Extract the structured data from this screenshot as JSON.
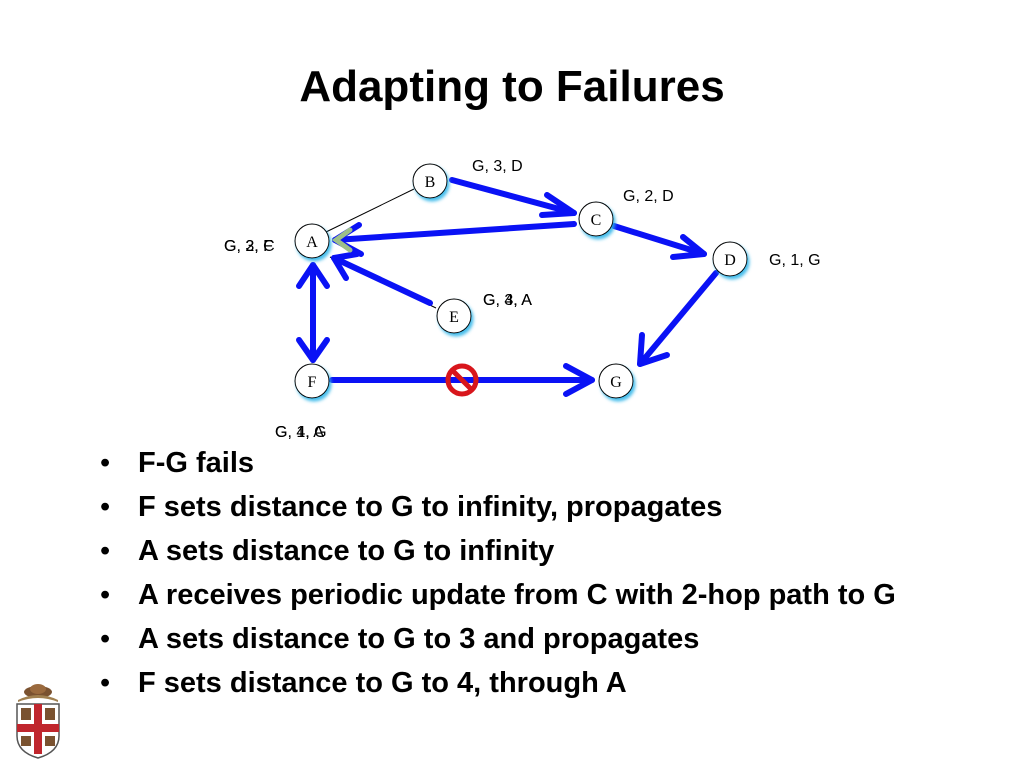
{
  "title": "Adapting to Failures",
  "nodes": [
    {
      "id": "A",
      "label": "A"
    },
    {
      "id": "B",
      "label": "B"
    },
    {
      "id": "C",
      "label": "C"
    },
    {
      "id": "D",
      "label": "D"
    },
    {
      "id": "E",
      "label": "E"
    },
    {
      "id": "F",
      "label": "F"
    },
    {
      "id": "G",
      "label": "G"
    }
  ],
  "route_labels": {
    "B": "G, 3, D",
    "C": "G, 2, D",
    "D": "G, 1, G",
    "A_old": "G, 2, F",
    "A_new": "G, 3, C",
    "E_old": "G, 3, A",
    "E_new": "G, 4, A",
    "F_old": "G, 1, G",
    "F_new": "G, 4, A"
  },
  "icons": {
    "failure": "no-entry-icon",
    "logo": "brown-university-shield-icon"
  },
  "colors": {
    "link_active": "#0a12f5",
    "link_inactive": "#000000",
    "failure": "#d8161c"
  },
  "bullets": [
    "F-G fails",
    "F sets distance to G to infinity, propagates",
    "A sets distance to G to infinity",
    "A receives periodic update from C with 2-hop path to G",
    "A sets distance to G to 3 and propagates",
    "F sets distance to G to 4, through A"
  ]
}
